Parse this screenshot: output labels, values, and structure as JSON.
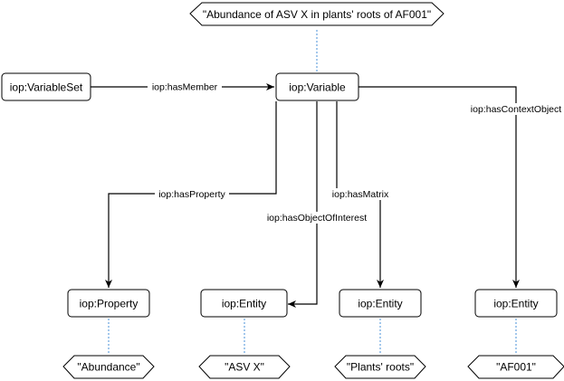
{
  "diagram": {
    "title_literal": "\"Abundance of ASV X in plants' roots of AF001\"",
    "nodes": {
      "variable_set": "iop:VariableSet",
      "variable": "iop:Variable",
      "property": "iop:Property",
      "entity_object": "iop:Entity",
      "entity_matrix": "iop:Entity",
      "entity_context": "iop:Entity"
    },
    "edges": {
      "has_member": "iop:hasMember",
      "has_property": "iop:hasProperty",
      "has_object_of_interest": "iop:hasObjectOfInterest",
      "has_matrix": "iop:hasMatrix",
      "has_context_object": "iop:hasContextObject"
    },
    "literals": {
      "abundance": "\"Abundance\"",
      "asv_x": "\"ASV X\"",
      "plants_roots": "\"Plants' roots\"",
      "af001": "\"AF001\""
    },
    "colors": {
      "stroke": "#000000",
      "dotted_link": "#4a90d9",
      "fill": "#ffffff"
    }
  }
}
